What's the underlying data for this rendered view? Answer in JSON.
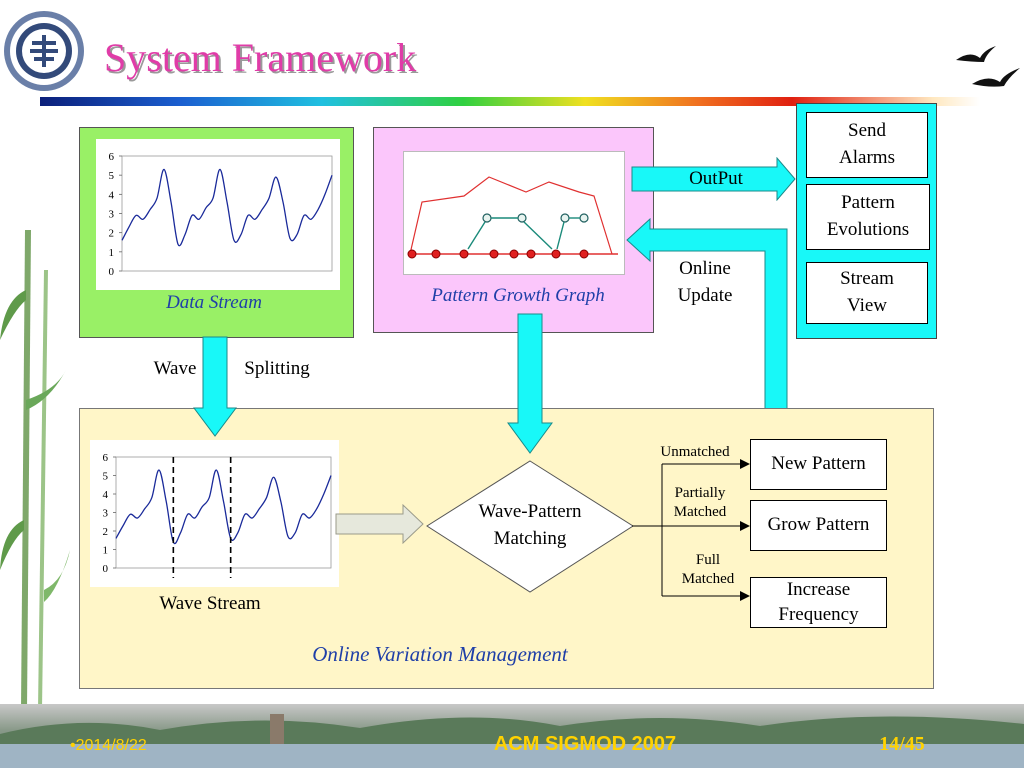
{
  "slide": {
    "title": "System Framework",
    "footer": {
      "date": "2014/8/22",
      "conference": "ACM SIGMOD 2007",
      "page": "14/45"
    }
  },
  "panels": {
    "data_stream": {
      "label": "Data Stream"
    },
    "pattern_growth_graph": {
      "label": "Pattern Growth Graph"
    },
    "outputs": {
      "items": [
        {
          "line1": "Send",
          "line2": "Alarms"
        },
        {
          "line1": "Pattern",
          "line2": "Evolutions"
        },
        {
          "line1": "Stream",
          "line2": "View"
        }
      ]
    },
    "online_variation_management": {
      "label": "Online Variation Management"
    }
  },
  "flow": {
    "output_label": "OutPut",
    "online_update": {
      "line1": "Online",
      "line2": "Update"
    },
    "wave_label": "Wave",
    "splitting_label": "Splitting",
    "wave_stream_label": "Wave Stream",
    "matching": {
      "line1": "Wave-Pattern",
      "line2": "Matching"
    },
    "branches": [
      {
        "condition": {
          "line1": "Unmatched",
          "line2": ""
        },
        "result": {
          "line1": "New Pattern",
          "line2": ""
        }
      },
      {
        "condition": {
          "line1": "Partially",
          "line2": "Matched"
        },
        "result": {
          "line1": "Grow Pattern",
          "line2": ""
        }
      },
      {
        "condition": {
          "line1": "Full",
          "line2": "Matched"
        },
        "result": {
          "line1": "Increase",
          "line2": "Frequency"
        }
      }
    ]
  },
  "chart_data": [
    {
      "type": "line",
      "y_ticks": [
        "0",
        "1",
        "2",
        "3",
        "4",
        "5",
        "6"
      ],
      "ylim": [
        0,
        6
      ],
      "x": [
        0,
        1,
        2,
        3,
        4,
        5,
        6,
        7,
        8,
        9,
        10,
        11,
        12,
        13,
        14,
        15,
        16,
        17,
        18,
        19,
        20,
        21,
        22,
        23,
        24,
        25,
        26,
        27,
        28,
        29,
        30
      ],
      "values": [
        1.6,
        2.3,
        2.9,
        2.7,
        3.2,
        3.8,
        5.3,
        3.6,
        1.4,
        1.9,
        2.9,
        2.7,
        3.3,
        3.8,
        5.3,
        3.6,
        1.6,
        1.9,
        2.9,
        2.7,
        3.2,
        3.8,
        4.9,
        3.6,
        1.7,
        1.9,
        2.9,
        2.7,
        3.2,
        4.0,
        5.0
      ]
    },
    {
      "type": "line",
      "y_ticks": [
        "0",
        "1",
        "2",
        "3",
        "4",
        "5",
        "6"
      ],
      "ylim": [
        0,
        6
      ],
      "x": [
        0,
        1,
        2,
        3,
        4,
        5,
        6,
        7,
        8,
        9,
        10,
        11,
        12,
        13,
        14,
        15,
        16,
        17,
        18,
        19,
        20,
        21,
        22,
        23,
        24,
        25,
        26,
        27,
        28,
        29,
        30
      ],
      "values": [
        1.6,
        2.3,
        2.9,
        2.7,
        3.2,
        3.8,
        5.3,
        3.6,
        1.4,
        1.9,
        2.9,
        2.7,
        3.3,
        3.8,
        5.3,
        3.6,
        1.6,
        1.9,
        2.9,
        2.7,
        3.2,
        3.8,
        4.9,
        3.6,
        1.7,
        1.9,
        2.9,
        2.7,
        3.2,
        4.0,
        5.0
      ],
      "split_markers_x": [
        8,
        16
      ]
    }
  ]
}
